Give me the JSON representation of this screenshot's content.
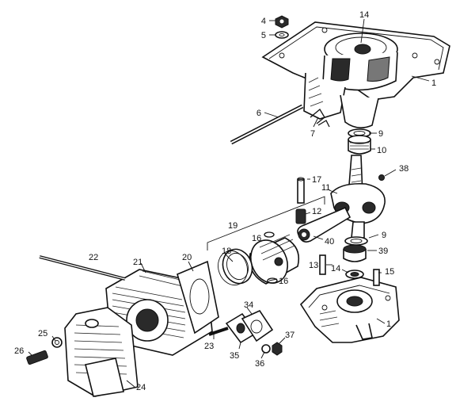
{
  "diagram": {
    "callouts": [
      {
        "id": "c4",
        "label": "4"
      },
      {
        "id": "c5",
        "label": "5"
      },
      {
        "id": "c14a",
        "label": "14"
      },
      {
        "id": "c1a",
        "label": "1"
      },
      {
        "id": "c6",
        "label": "6"
      },
      {
        "id": "c7",
        "label": "7"
      },
      {
        "id": "c9a",
        "label": "9"
      },
      {
        "id": "c10",
        "label": "10"
      },
      {
        "id": "c38",
        "label": "38"
      },
      {
        "id": "c17",
        "label": "17"
      },
      {
        "id": "c11",
        "label": "11"
      },
      {
        "id": "c12",
        "label": "12"
      },
      {
        "id": "c19",
        "label": "19"
      },
      {
        "id": "c16a",
        "label": "16"
      },
      {
        "id": "c40",
        "label": "40"
      },
      {
        "id": "c9b",
        "label": "9"
      },
      {
        "id": "c18",
        "label": "18"
      },
      {
        "id": "c39",
        "label": "39"
      },
      {
        "id": "c22",
        "label": "22"
      },
      {
        "id": "c21",
        "label": "21"
      },
      {
        "id": "c20",
        "label": "20"
      },
      {
        "id": "c16b",
        "label": "16"
      },
      {
        "id": "c13",
        "label": "13"
      },
      {
        "id": "c14b",
        "label": "14"
      },
      {
        "id": "c15",
        "label": "15"
      },
      {
        "id": "c34",
        "label": "34"
      },
      {
        "id": "c25",
        "label": "25"
      },
      {
        "id": "c23",
        "label": "23"
      },
      {
        "id": "c37",
        "label": "37"
      },
      {
        "id": "c1b",
        "label": "1"
      },
      {
        "id": "c26",
        "label": "26"
      },
      {
        "id": "c35",
        "label": "35"
      },
      {
        "id": "c36",
        "label": "36"
      },
      {
        "id": "c24",
        "label": "24"
      }
    ]
  }
}
